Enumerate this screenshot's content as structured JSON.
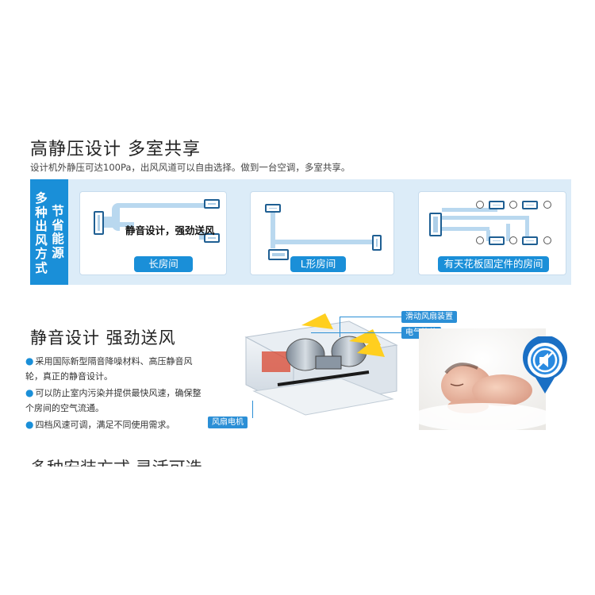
{
  "section1": {
    "title": "高静压设计  多室共享",
    "subtitle": "设计机外静压可达100Pa，出风风道可以自由选择。做到一台空调，多室共享。",
    "side_label_left": [
      "多",
      "种",
      "出",
      "风",
      "方",
      "式"
    ],
    "side_label_right": [
      "节",
      "省",
      "能",
      "源"
    ],
    "panels": [
      {
        "label": "长房间",
        "caption": "静音设计，强劲送风"
      },
      {
        "label": "L形房间"
      },
      {
        "label": "有天花板固定件的房间"
      }
    ]
  },
  "section2": {
    "title": "静音设计  强劲送风",
    "features": [
      "采用国际新型隔音降噪材料、高压静音风轮，真正的静音设计。",
      "可以防止室内污染并提供最快风速，确保整个房间的空气流通。",
      "四档风速可调，满足不同使用需求。"
    ],
    "callouts": {
      "slide_fan": "滑动风扇装置",
      "electric_box": "电气箱体",
      "fan_motor": "风扇电机"
    }
  },
  "section3": {
    "title": "多种安装方式  灵活可选"
  },
  "colors": {
    "accent": "#1a8fd8",
    "band": "#dcecf8",
    "duct": "#b9d8ef",
    "unit_border": "#1f5f93"
  }
}
